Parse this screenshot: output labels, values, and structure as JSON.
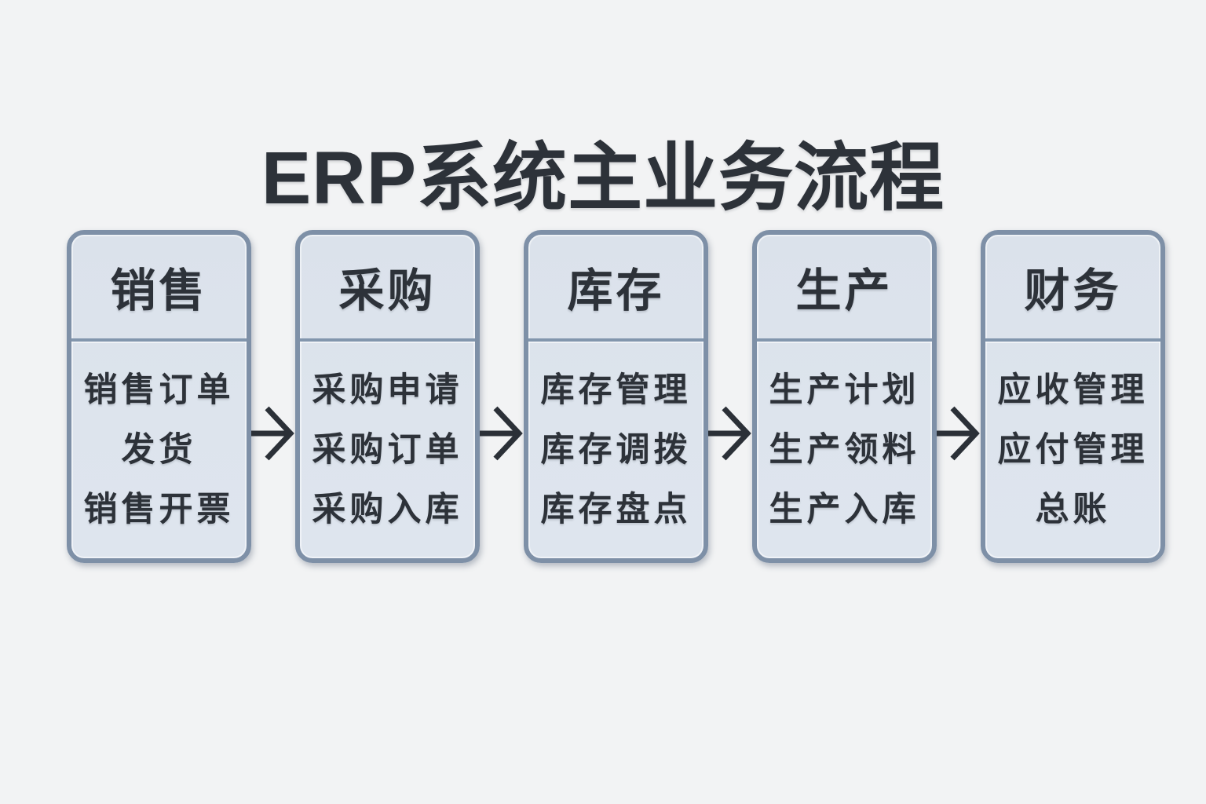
{
  "title": "ERP系统主业务流程",
  "colors": {
    "background": "#f2f3f4",
    "box_fill": "#dde4ed",
    "box_border": "#7e90a7",
    "divider": "#8296ad",
    "text": "#2d3239",
    "arrow": "#2b3037"
  },
  "flow": {
    "stages": [
      {
        "header": "销售",
        "items": [
          "销售订单",
          "发货",
          "销售开票"
        ]
      },
      {
        "header": "采购",
        "items": [
          "采购申请",
          "采购订单",
          "采购入库"
        ]
      },
      {
        "header": "库存",
        "items": [
          "库存管理",
          "库存调拨",
          "库存盘点"
        ]
      },
      {
        "header": "生产",
        "items": [
          "生产计划",
          "生产领料",
          "生产入库"
        ]
      },
      {
        "header": "财务",
        "items": [
          "应收管理",
          "应付管理",
          "总账"
        ]
      }
    ],
    "arrow_count": 4,
    "arrow_direction": "right"
  }
}
